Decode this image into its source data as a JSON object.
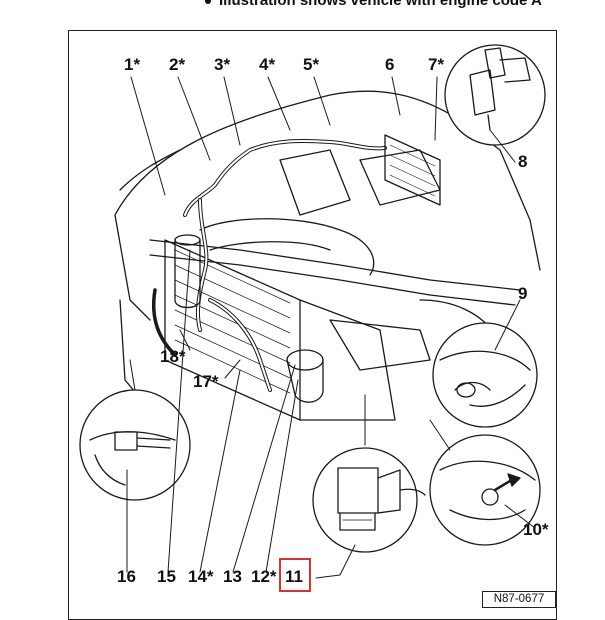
{
  "caption": {
    "text": "Illustration shows vehicle with engine code A"
  },
  "labels": [
    {
      "id": "1",
      "text": "1*"
    },
    {
      "id": "2",
      "text": "2*"
    },
    {
      "id": "3",
      "text": "3*"
    },
    {
      "id": "4",
      "text": "4*"
    },
    {
      "id": "5",
      "text": "5*"
    },
    {
      "id": "6",
      "text": "6"
    },
    {
      "id": "7",
      "text": "7*"
    },
    {
      "id": "8",
      "text": "8"
    },
    {
      "id": "9",
      "text": "9"
    },
    {
      "id": "10",
      "text": "10*"
    },
    {
      "id": "11",
      "text": "11"
    },
    {
      "id": "12",
      "text": "12*"
    },
    {
      "id": "13",
      "text": "13"
    },
    {
      "id": "14",
      "text": "14*"
    },
    {
      "id": "15",
      "text": "15"
    },
    {
      "id": "16",
      "text": "16"
    },
    {
      "id": "17",
      "text": "17*"
    },
    {
      "id": "18",
      "text": "18*"
    }
  ],
  "figure_ref": "N87-0677",
  "highlight": {
    "target_label": "11",
    "color": "#d9342b"
  }
}
